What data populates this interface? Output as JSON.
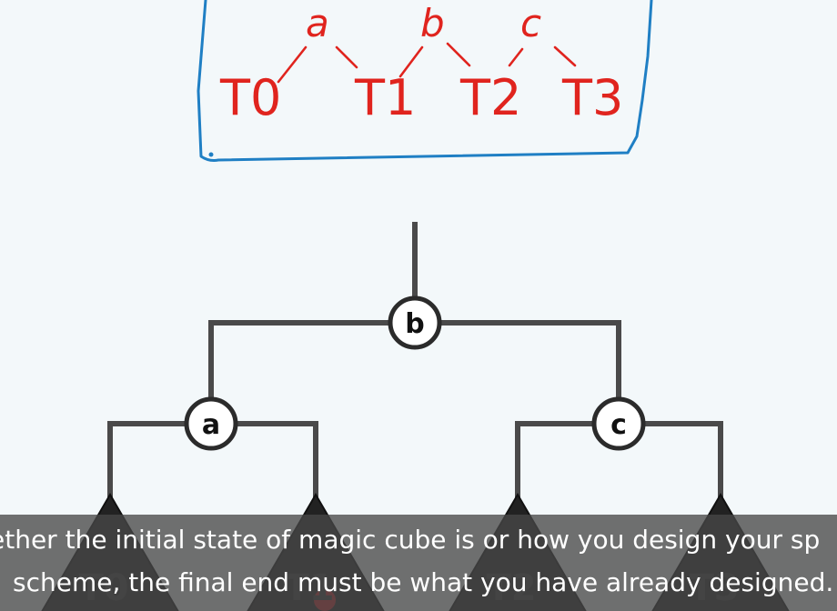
{
  "handwritten_sequence": {
    "items": [
      "T0",
      "a",
      "T1",
      "b",
      "T2",
      "c",
      "T3"
    ],
    "ink_box_color": "#1f7fc4",
    "ink_text_color": "#e0241e"
  },
  "tree": {
    "root": "b",
    "left_child": "a",
    "right_child": "c",
    "leaves": [
      "T0",
      "T1",
      "T2",
      "T3"
    ],
    "line_color": "#4a4a4a",
    "leaf_fill": "#222222"
  },
  "subtitles": {
    "line1": "ether the initial state of magic cube is or how you design your sp",
    "line2": "scheme, the final end must be what you have already designed."
  }
}
